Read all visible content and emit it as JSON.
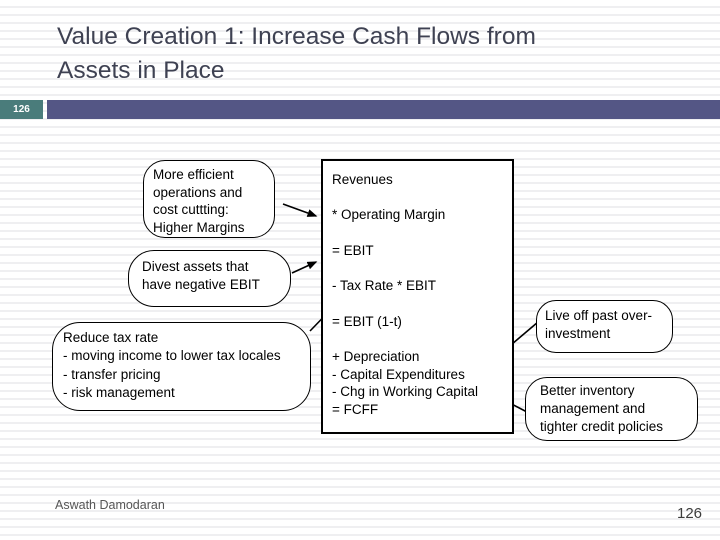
{
  "slide": {
    "title": "Value Creation 1: Increase Cash Flows from\nAssets in Place",
    "slide_number_badge": "126",
    "footer": {
      "author": "Aswath Damodaran",
      "page_number": "126"
    }
  },
  "colors": {
    "badge_teal": "#4a7c7b",
    "header_bar_purple": "#545685",
    "title_text": "#3e4152",
    "diagram_line": "#000000"
  },
  "diagram": {
    "center_box": {
      "lines": "Revenues\n\n* Operating Margin\n\n= EBIT\n\n- Tax Rate * EBIT\n\n= EBIT (1-t)\n\n+ Depreciation\n- Capital Expenditures\n- Chg in Working Capital\n= FCFF"
    },
    "callouts": {
      "higher_margins": "More efficient\noperations and\ncost cuttting:\nHigher Margins",
      "divest_assets": "Divest assets that\nhave negative EBIT",
      "reduce_tax_rate": "Reduce tax rate\n- moving income to lower tax locales\n- transfer pricing\n- risk management",
      "live_off_past": "Live off past over-\ninvestment",
      "better_inventory": "Better inventory\nmanagement and\ntighter credit policies"
    }
  }
}
